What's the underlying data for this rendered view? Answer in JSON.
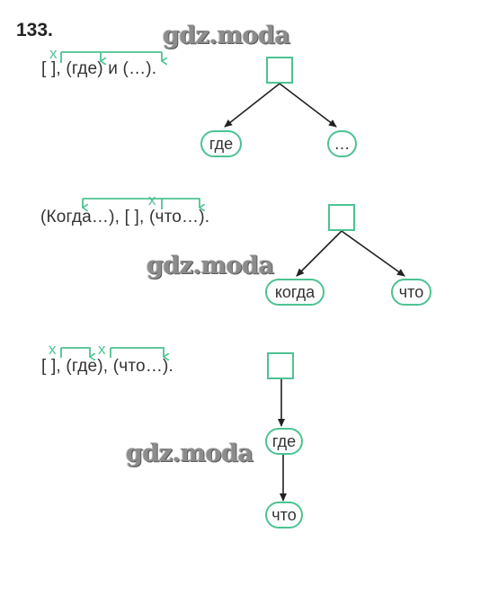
{
  "exercise_number": "133.",
  "watermark": "gdz.moda",
  "sentences": [
    {
      "formula": "[ ], (где) и (…).",
      "marks": [
        "x"
      ],
      "nodes": {
        "root": "",
        "children": [
          "где",
          "…"
        ]
      }
    },
    {
      "formula": "(Когда…), [ ], (что…).",
      "marks": [
        "x"
      ],
      "nodes": {
        "root": "",
        "children": [
          "когда",
          "что"
        ]
      }
    },
    {
      "formula": "[ ], (где), (что…).",
      "marks": [
        "x",
        "x"
      ],
      "nodes": {
        "root": "",
        "children": [
          "где",
          "что"
        ]
      }
    }
  ],
  "colors": {
    "accent": "#4cc391",
    "text": "#333333",
    "arrow": "#222222",
    "watermark": "#8c8c8c"
  }
}
